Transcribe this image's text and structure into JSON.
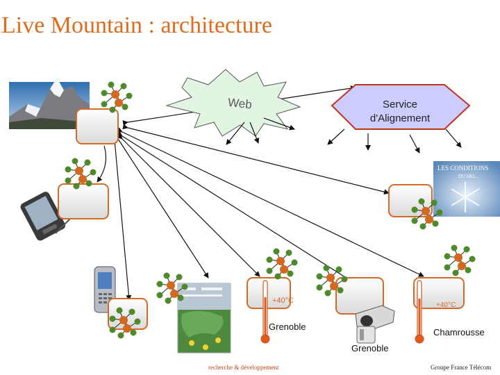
{
  "title": "Live Mountain : architecture",
  "web_label": "Web",
  "service": {
    "line1": "Service",
    "line2": "d'Alignement"
  },
  "conditions_logo": {
    "line1": "LES CONDITIONS",
    "line2": "DU SKI..."
  },
  "thermo_1": {
    "temp": "+40°C",
    "label": "Grenoble"
  },
  "thermo_2": {
    "temp": "+40°C",
    "label": "Chamrousse"
  },
  "camera_label": "Grenoble",
  "footer": {
    "left": "recherche & développement",
    "right": "Groupe France Télécom"
  },
  "colors": {
    "title": "#e06a1e",
    "node_orange": "#d2691e",
    "node_green": "#4f8a2a",
    "box_border": "#d46a2a",
    "service_fill": "#ccccff",
    "service_border": "#c0301c"
  }
}
